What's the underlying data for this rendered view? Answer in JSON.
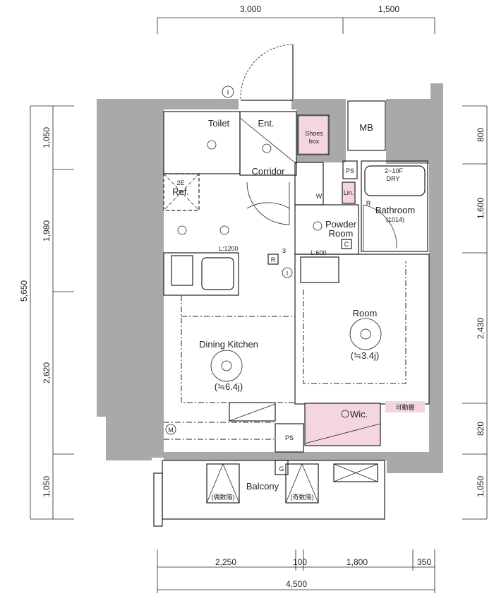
{
  "dimensions": {
    "top": [
      "3,000",
      "1,500"
    ],
    "bottom": [
      "2,250",
      "100",
      "1,800",
      "350"
    ],
    "bottom_total": "4,500",
    "left": [
      "1,050",
      "1,980",
      "2,620",
      "1,050"
    ],
    "left_total": "5,650",
    "right": [
      "800",
      "1,600",
      "2,430",
      "820",
      "1,050"
    ]
  },
  "rooms": {
    "toilet": "Toilet",
    "entrance": "Ent.",
    "shoes_box_1": "Shoes",
    "shoes_box_2": "box",
    "mb": "MB",
    "corridor": "Corridor",
    "ps_top": "PS",
    "washer": "W",
    "linen": "Lin.",
    "bathroom": "Bathroom",
    "bathroom_size": "(1014)",
    "bath_heater": "2~10F",
    "dry": "DRY",
    "refrigerator": "Ref.",
    "powder_room_1": "Powder",
    "powder_room_2": "Room",
    "dining_kitchen": "Dining Kitchen",
    "dining_kitchen_size": "(≒6.4j)",
    "room": "Room",
    "room_size": "(≒3.4j)",
    "wic": "Wic.",
    "movable_shelf": "可動棚",
    "ps_bottom": "PS",
    "balcony": "Balcony",
    "even_floor": "(偶数階)",
    "odd_floor": "(奇数階)"
  },
  "markers": {
    "intercom": "I",
    "intercom_2": "I",
    "remote": "R",
    "remote_2": "R",
    "controller": "C",
    "gas": "G",
    "meter": "M",
    "kitchen_length": "L:1200",
    "vanity_length": "L:600",
    "outlet_2e": "2E",
    "outlet_3": "3"
  }
}
